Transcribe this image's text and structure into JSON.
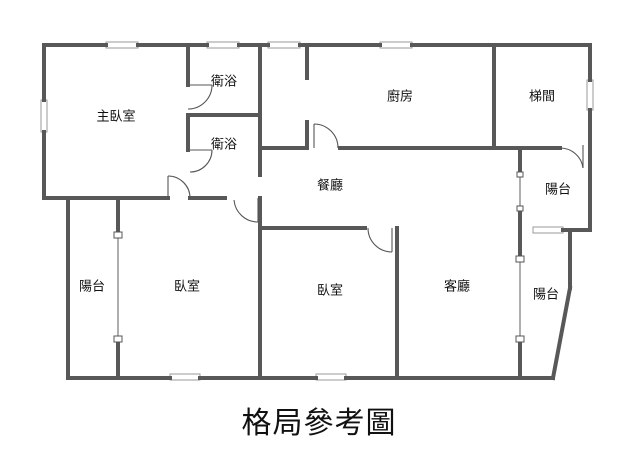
{
  "rooms": {
    "master_bedroom": "主臥室",
    "bath_1": "衛浴",
    "bath_2": "衛浴",
    "kitchen": "廚房",
    "stairwell": "梯間",
    "balcony_east": "陽台",
    "dining": "餐廳",
    "balcony_west": "陽台",
    "bedroom_1": "臥室",
    "bedroom_2": "臥室",
    "living_room": "客廳",
    "balcony_south": "陽台"
  },
  "caption": "格局參考圖",
  "colors": {
    "wall": "#585858",
    "background": "#ffffff",
    "text": "#111111"
  }
}
